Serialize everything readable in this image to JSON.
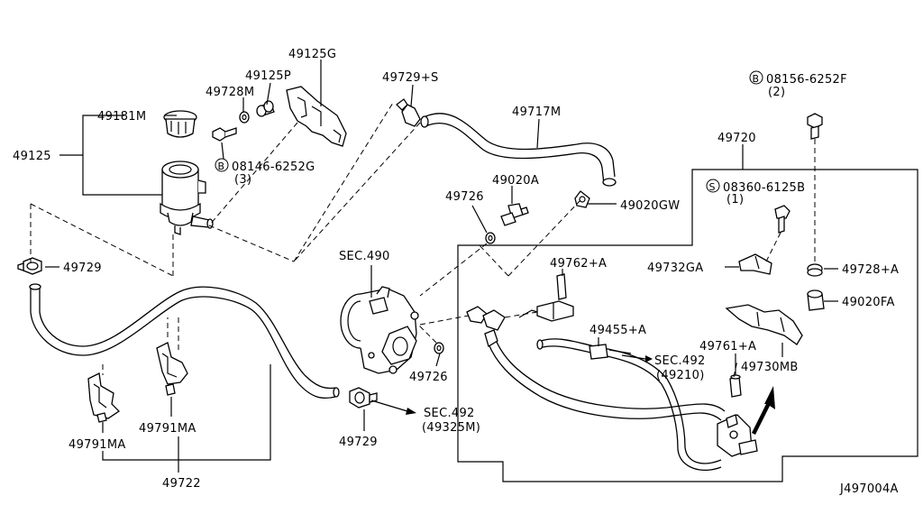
{
  "labels": {
    "p49125G": "49125G",
    "p49125P": "49125P",
    "p49728M": "49728M",
    "p49181M": "49181M",
    "p49125": "49125",
    "bolt1": "08146-6252G",
    "bolt1_qty": "(3)",
    "p49729_top": "49729+S",
    "p49717M": "49717M",
    "p49720": "49720",
    "bolt2": "08156-6252F",
    "bolt2_qty": "(2)",
    "screw": "08360-6125B",
    "screw_qty": "(1)",
    "p49020A": "49020A",
    "p49726_a": "49726",
    "p49020GW": "49020GW",
    "sec490": "SEC.490",
    "p49762A": "49762+A",
    "p49732GA": "49732GA",
    "p49728A": "49728+A",
    "p49020FA": "49020FA",
    "p49729_left": "49729",
    "p49455A": "49455+A",
    "sec492_a": "SEC.492",
    "sec492_a_sub": "(49210)",
    "p49761A": "49761+A",
    "p49730MB": "49730MB",
    "p49726_b": "49726",
    "p49791MA_a": "49791MA",
    "p49791MA_b": "49791MA",
    "p49729_bottom": "49729",
    "sec492_b": "SEC.492",
    "sec492_b_sub": "(49325M)",
    "p49722": "49722",
    "code": "J497004A",
    "circle_b": "B",
    "circle_s": "S"
  }
}
